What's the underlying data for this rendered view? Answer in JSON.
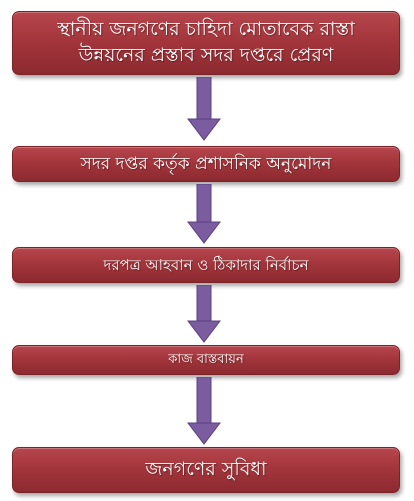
{
  "steps": [
    {
      "text": "স্থানীয় জনগণের চাহিদা মোতাবেক রাস্তা উন্নয়নের প্রস্তাব সদর দপ্তরে প্রেরণ"
    },
    {
      "text": "সদর দপ্তর কর্তৃক প্রশাসনিক অনুমোদন"
    },
    {
      "text": "দরপত্র আহবান ও ঠিকাদার নির্বাচন"
    },
    {
      "text": "কাজ বাস্তবায়ন"
    },
    {
      "text": "জনগণের সুবিধা"
    }
  ],
  "colors": {
    "box_fill": "#a3363c",
    "box_border": "#7a2328",
    "arrow_fill": "#7b5c9e",
    "arrow_stroke": "#5b4080"
  }
}
